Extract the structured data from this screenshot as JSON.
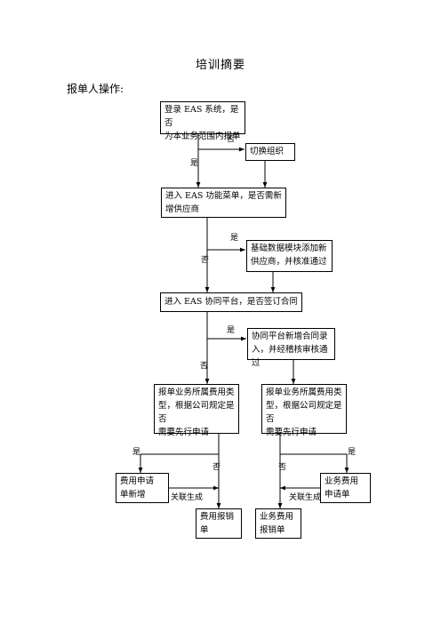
{
  "title": "培训摘要",
  "subtitle": "报单人操作:",
  "boxes": {
    "login": "登录 EAS 系统，是否\n为本业务范围内报单",
    "switch_org": "切换组织",
    "eas_menu": "进入 EAS 功能菜单，是否需新\n增供应商",
    "add_supplier": "基础数据模块添加新\n供应商，并核准通过",
    "collab": "进入 EAS 协同平台，是否签订合同",
    "contract_entry": "协同平台新增合同录\n入，并经稽核审核通过",
    "expense_type_left": "报单业务所属费用类\n型，根据公司规定是否\n需要先行申请",
    "expense_type_right": "报单业务所属费用类\n型，根据公司规定是否\n需要先行申请",
    "fee_apply_new": "费用申请\n单新增",
    "fee_reimburse": "费用报销\n单",
    "biz_reimburse": "业务费用\n报销单",
    "biz_apply": "业务费用\n申请单"
  },
  "labels": {
    "no_1": "否",
    "yes_1": "是",
    "yes_2": "是",
    "no_2": "否",
    "yes_3": "是",
    "no_3": "否",
    "yes_left": "是",
    "no_left": "否",
    "link_left": "关联生成",
    "no_right": "否",
    "yes_right": "是",
    "link_right": "关联生成"
  }
}
